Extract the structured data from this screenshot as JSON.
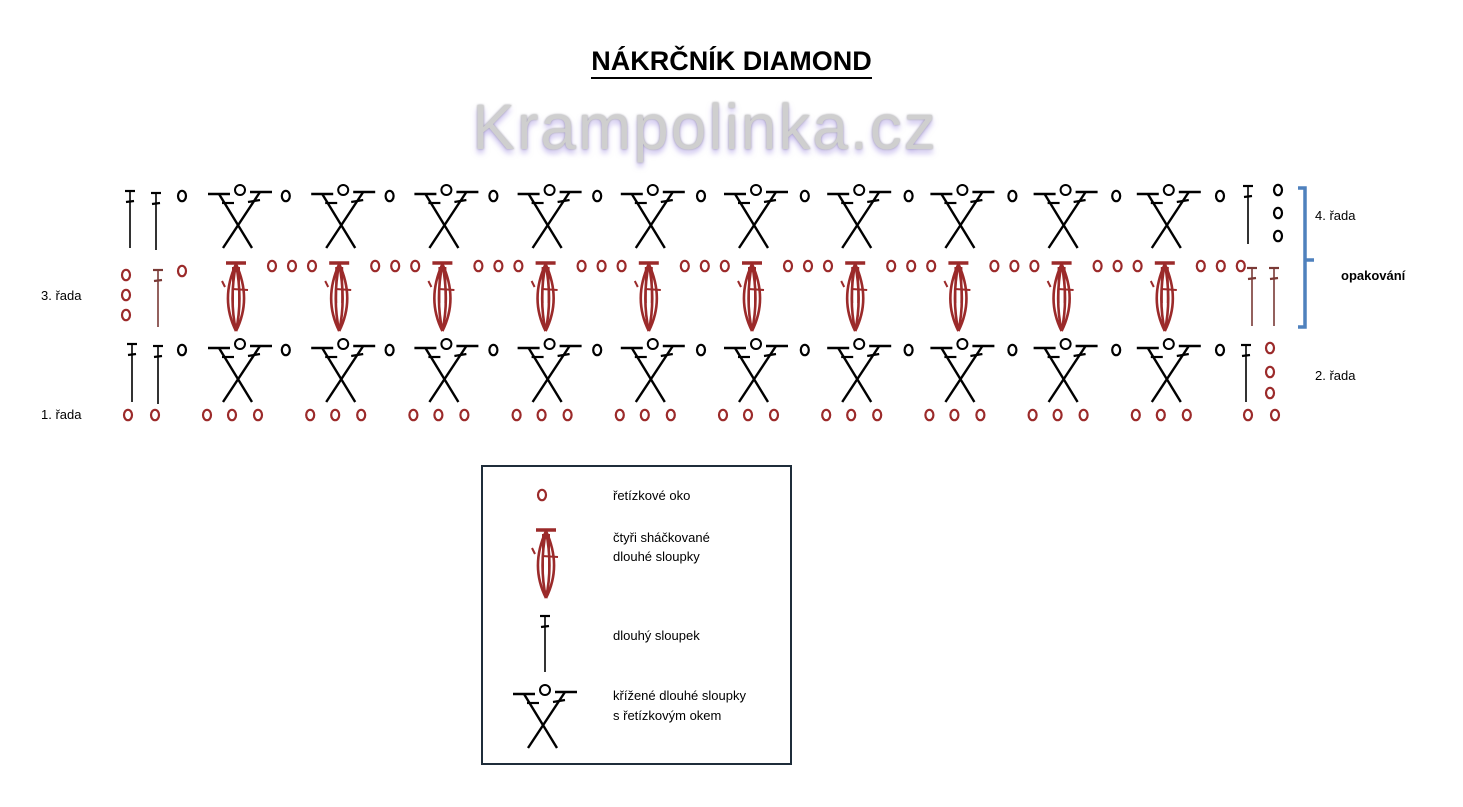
{
  "title": "NÁKRČNÍK DIAMOND",
  "watermark": "Krampolinka.cz",
  "row_labels": {
    "row1": "1. řada",
    "row2": "2. řada",
    "row3": "3. řada",
    "row4": "4. řada",
    "repeat": "opakování"
  },
  "pattern": {
    "repeats": 10
  },
  "legend": {
    "chain": "řetízkové oko",
    "cluster_line1": "čtyři sháčkované",
    "cluster_line2": "dlouhé sloupky",
    "treble": "dlouhý sloupek",
    "crossed_line1": "křížené dlouhé sloupky",
    "crossed_line2": "s řetízkovým okem"
  },
  "colors": {
    "black": "#000000",
    "red": "#9b2a2a",
    "bracket": "#4f81bd",
    "legend_border": "#1f2d3a"
  }
}
